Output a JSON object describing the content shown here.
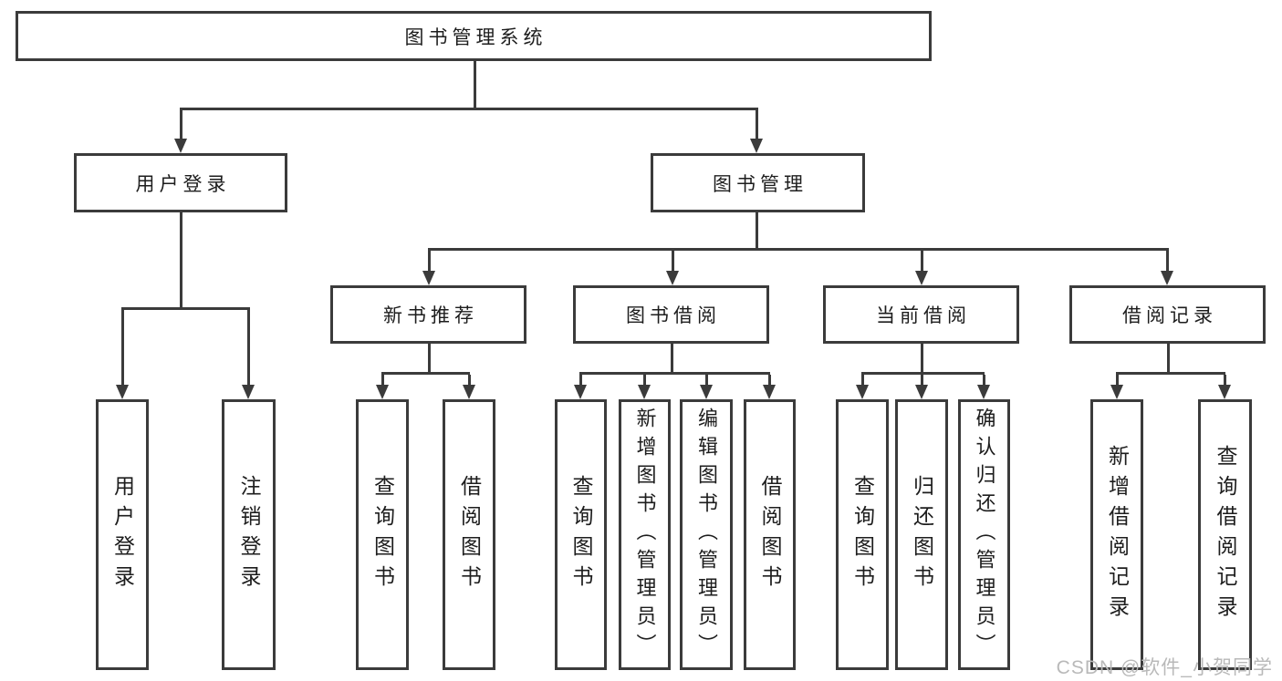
{
  "diagram": {
    "title_node": {
      "label": "图书管理系统"
    },
    "level2": [
      {
        "label": "用户登录"
      },
      {
        "label": "图书管理"
      }
    ],
    "level3": [
      {
        "label": "新书推荐"
      },
      {
        "label": "图书借阅"
      },
      {
        "label": "当前借阅"
      },
      {
        "label": "借阅记录"
      }
    ],
    "leaves": {
      "user_login": [
        {
          "label": "用户登录"
        },
        {
          "label": "注销登录"
        }
      ],
      "new_book": [
        {
          "label": "查询图书"
        },
        {
          "label": "借阅图书"
        }
      ],
      "book_borrow": [
        {
          "label": "查询图书"
        },
        {
          "label": "新增图书（管理员）"
        },
        {
          "label": "编辑图书（管理员）"
        },
        {
          "label": "借阅图书"
        }
      ],
      "current_borrow": [
        {
          "label": "查询图书"
        },
        {
          "label": "归还图书"
        },
        {
          "label": "确认归还（管理员）"
        }
      ],
      "borrow_record": [
        {
          "label": "新增借阅记录"
        },
        {
          "label": "查询借阅记录"
        }
      ]
    },
    "watermark": "CSDN @软件_小贺同学",
    "colors": {
      "line": "#3b3b3b",
      "text": "#1d1d1d",
      "watermark": "#b9b9b9",
      "background": "#ffffff"
    }
  }
}
